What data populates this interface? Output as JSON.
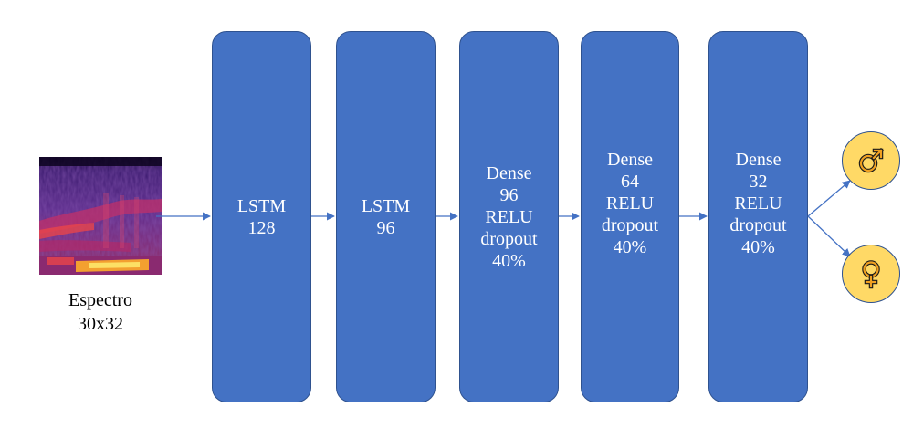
{
  "input": {
    "caption_line1": "Espectro",
    "caption_line2": "30x32"
  },
  "layers": [
    {
      "lines": [
        "LSTM",
        "128"
      ]
    },
    {
      "lines": [
        "LSTM",
        "96"
      ]
    },
    {
      "lines": [
        "Dense",
        "96",
        "RELU",
        "dropout",
        "40%"
      ]
    },
    {
      "lines": [
        "Dense",
        "64",
        "RELU",
        "dropout",
        "40%"
      ]
    },
    {
      "lines": [
        "Dense",
        "32",
        "RELU",
        "dropout",
        "40%"
      ]
    }
  ],
  "outputs": [
    {
      "icon": "male-symbol-icon"
    },
    {
      "icon": "female-symbol-icon"
    }
  ],
  "colors": {
    "layer_fill": "#4472c4",
    "layer_border": "#2f528f",
    "output_fill": "#ffd966",
    "output_icon": "#f0a020",
    "arrow": "#4472c4"
  }
}
